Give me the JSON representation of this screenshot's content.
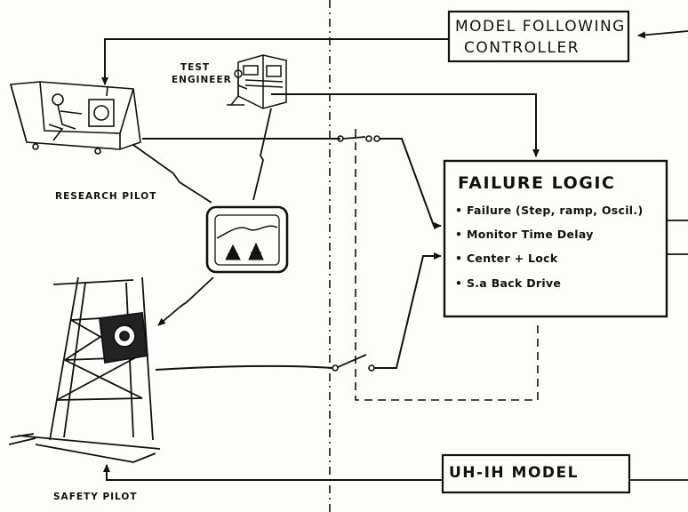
{
  "boxes": {
    "model_following_controller": {
      "line1": "MODEL FOLLOWING",
      "line2": "CONTROLLER"
    },
    "uh1h_model": {
      "label": "UH-IH MODEL"
    }
  },
  "failure_logic": {
    "title": "FAILURE LOGIC",
    "items": [
      "Failure (Step, ramp, Oscil.)",
      "Monitor Time Delay",
      "Center + Lock",
      "S.a Back Drive"
    ]
  },
  "labels": {
    "test_engineer_line1": "TEST",
    "test_engineer_line2": "ENGINEER",
    "research_pilot": "RESEARCH PILOT",
    "safety_pilot": "SAFETY PILOT"
  },
  "icons": {
    "research_pilot": "pilot-in-cockpit-icon",
    "test_engineer": "engineer-at-console-icon",
    "display": "terrain-display-icon",
    "safety_pilot": "motion-base-cockpit-icon"
  },
  "colors": {
    "ink": "#111111",
    "paper": "#fdfdfb"
  }
}
